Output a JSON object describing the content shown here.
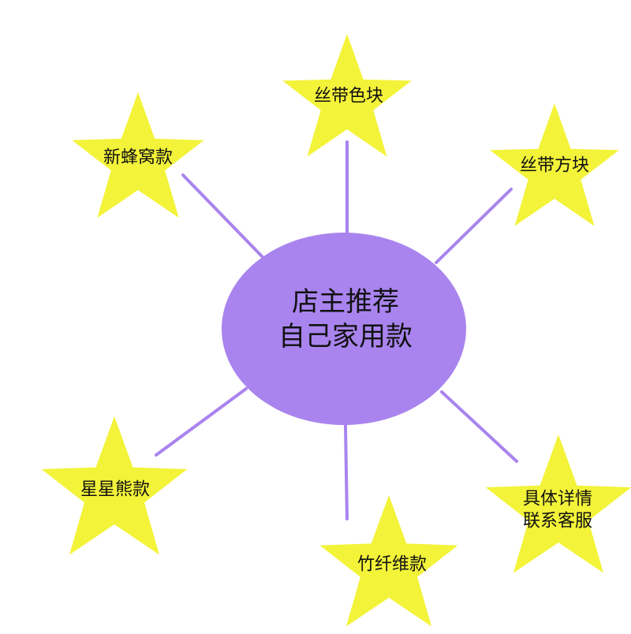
{
  "colors": {
    "background": "#ffffff",
    "center_fill": "#a984ee",
    "connector": "#a984ee",
    "star_fill": "#f3f33a",
    "text": "#111111"
  },
  "center": {
    "line1": "店主推荐",
    "line2": "自己家用款"
  },
  "stars": [
    {
      "label": "丝带色块"
    },
    {
      "label": "新蜂窝款"
    },
    {
      "label": "丝带方块"
    },
    {
      "label": "星星熊款"
    },
    {
      "label": "竹纤维款"
    },
    {
      "line1": "具体详情",
      "line2": "联系客服"
    }
  ]
}
